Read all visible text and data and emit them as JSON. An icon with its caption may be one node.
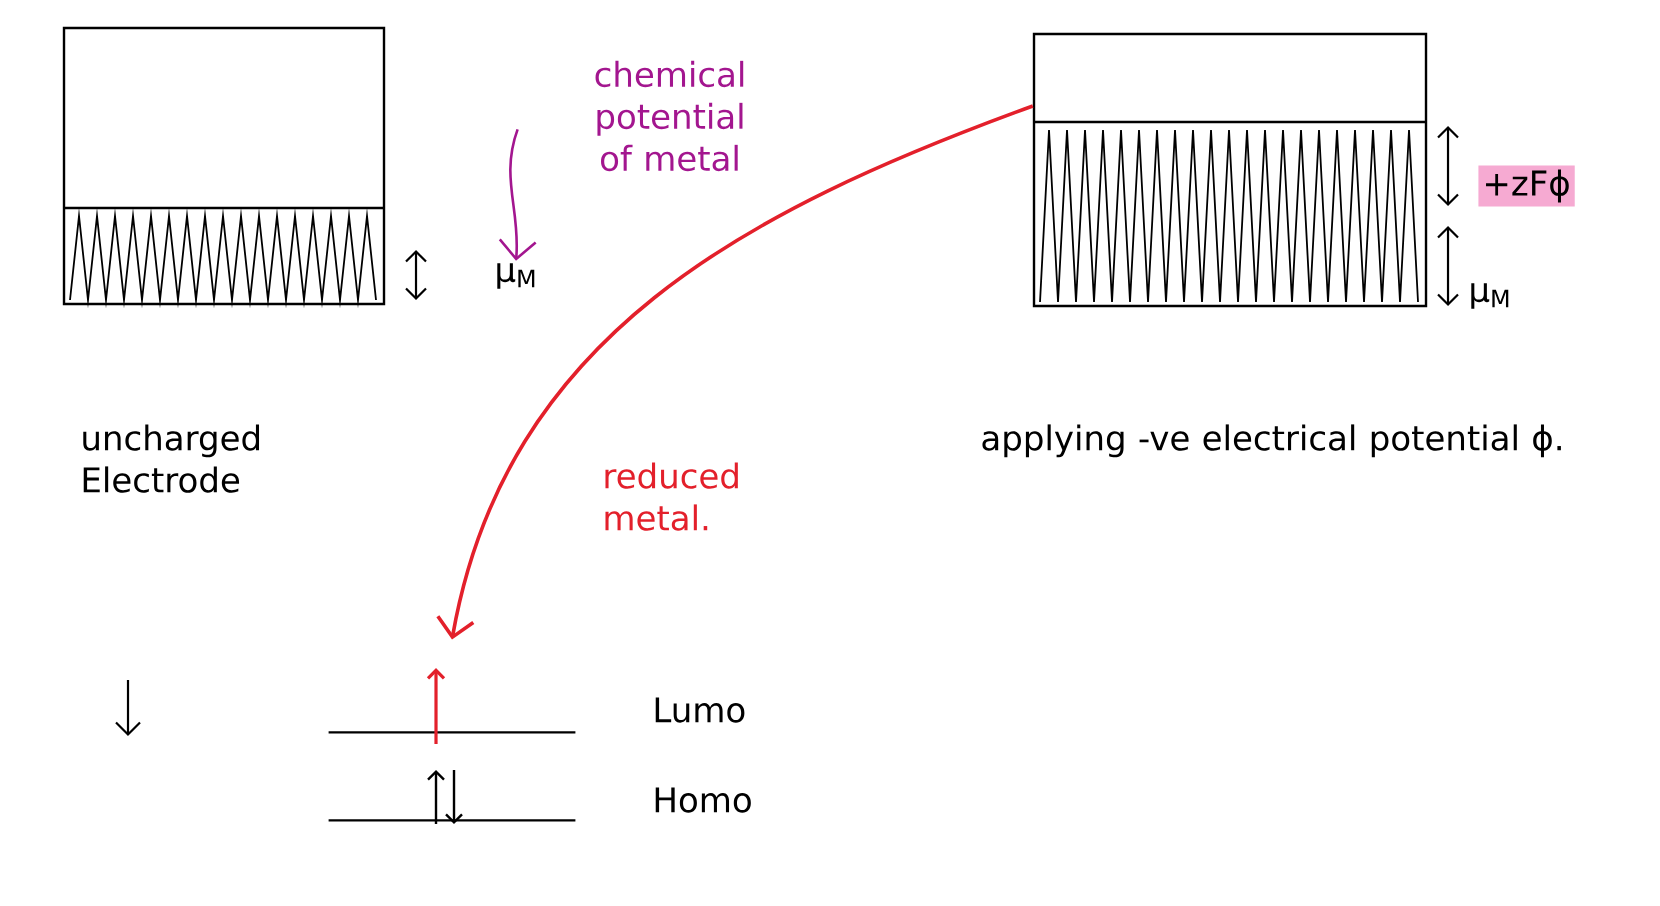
{
  "diagram": {
    "nodes": [
      {
        "text": [],
        "shape": "box"
      },
      {
        "text": [],
        "shape": "box"
      },
      {
        "text": [],
        "shape": "bar"
      },
      {
        "text": [],
        "shape": "bar"
      },
      {
        "text": [
          "chemical potential of metal"
        ]
      },
      {
        "text": [
          "μ$_{M}$"
        ]
      }
    ],
    "edges": [
      {
        "from": 1,
        "to": 2,
        "arrow": "to",
        "color": "#e3202b",
        "label": "reduced metal."
      },
      {
        "from": 4,
        "to": 5,
        "arrow": "to",
        "color": "#a3168f"
      }
    ],
    "labels": [
      "+zFϕ",
      "μ$_{M}$",
      "uncharged Electrode",
      "applying -ve electrical potential ϕ.",
      "Lumo",
      "Homo"
    ]
  }
}
